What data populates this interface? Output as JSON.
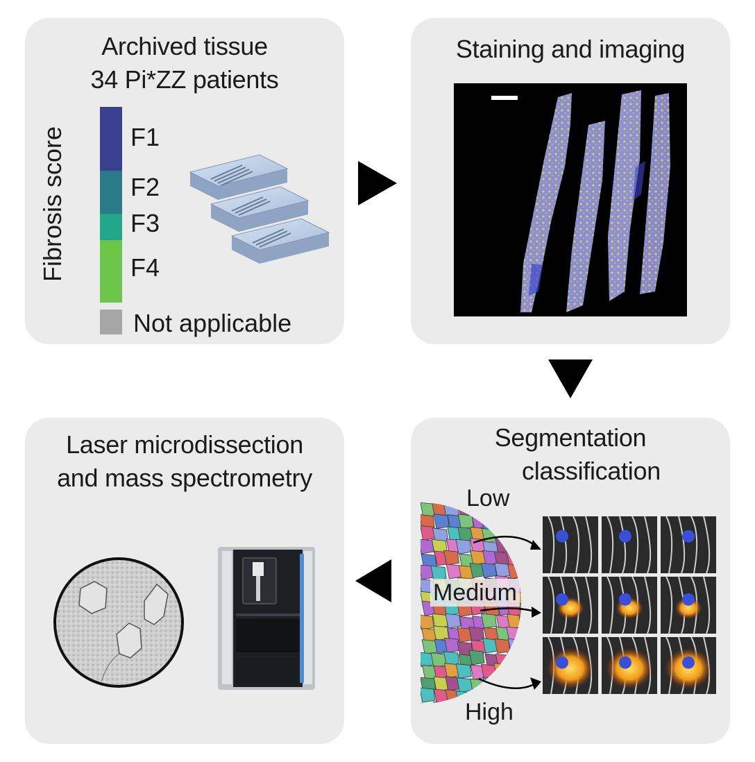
{
  "panel1": {
    "title_line1": "Archived tissue",
    "title_line2": "34 Pi*ZZ patients",
    "axis_label": "Fibrosis score",
    "scores": [
      {
        "label": "F1",
        "color": "#3b3f8f"
      },
      {
        "label": "F2",
        "color": "#2b7a8c"
      },
      {
        "label": "F3",
        "color": "#23a58a"
      },
      {
        "label": "F4",
        "color": "#6cc64a"
      }
    ],
    "na_label": "Not applicable",
    "na_color": "#a6a6a6"
  },
  "panel2": {
    "title": "Staining and imaging"
  },
  "panel3": {
    "title_line1": "Segmentation",
    "title_line2": "classification",
    "class_low": "Low",
    "class_medium": "Medium",
    "class_high": "High"
  },
  "panel4": {
    "title_line1": "Laser microdissection",
    "title_line2": "and mass spectrometry"
  },
  "colors": {
    "panel_bg": "#ebebeb",
    "arrow": "#000000"
  }
}
